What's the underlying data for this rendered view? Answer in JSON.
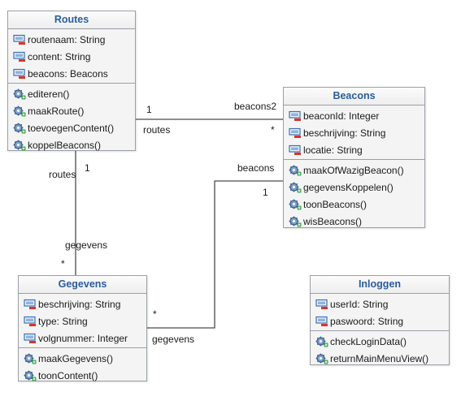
{
  "classes": {
    "routes": {
      "name": "Routes",
      "attributes": [
        "routenaam: String",
        "content: String",
        "beacons: Beacons"
      ],
      "operations": [
        "editeren()",
        "maakRoute()",
        "toevoegenContent()",
        "koppelBeacons()"
      ]
    },
    "beacons": {
      "name": "Beacons",
      "attributes": [
        "beaconId: Integer",
        "beschrijving: String",
        "locatie: String"
      ],
      "operations": [
        "maakOfWazigBeacon()",
        "gegevensKoppelen()",
        "toonBeacons()",
        "wisBeacons()"
      ]
    },
    "gegevens": {
      "name": "Gegevens",
      "attributes": [
        "beschrijving: String",
        "type: String",
        "volgnummer: Integer"
      ],
      "operations": [
        "maakGegevens()",
        "toonContent()"
      ]
    },
    "inloggen": {
      "name": "Inloggen",
      "attributes": [
        "userId: String",
        "paswoord: String"
      ],
      "operations": [
        "checkLoginData()",
        "returnMainMenuView()"
      ]
    }
  },
  "associations": {
    "routes_beacons": {
      "mult_routes": "1",
      "role_routes": "routes",
      "role_beacons": "beacons2",
      "mult_beacons": "*"
    },
    "routes_gegevens": {
      "role_routes": "routes",
      "mult_routes": "1",
      "role_gegevens": "gegevens",
      "mult_gegevens": "*"
    },
    "beacons_gegevens": {
      "role_beacons": "beacons",
      "mult_beacons": "1",
      "mult_gegevens": "*",
      "role_gegevens": "gegevens"
    }
  },
  "icons": {
    "attribute": "private-attribute-icon",
    "operation": "public-operation-icon"
  },
  "colors": {
    "class_title": "#2b5c9c",
    "box_fill": "#f4f4f4",
    "box_border": "#9aa0a8",
    "edge": "#4a4a4a"
  }
}
